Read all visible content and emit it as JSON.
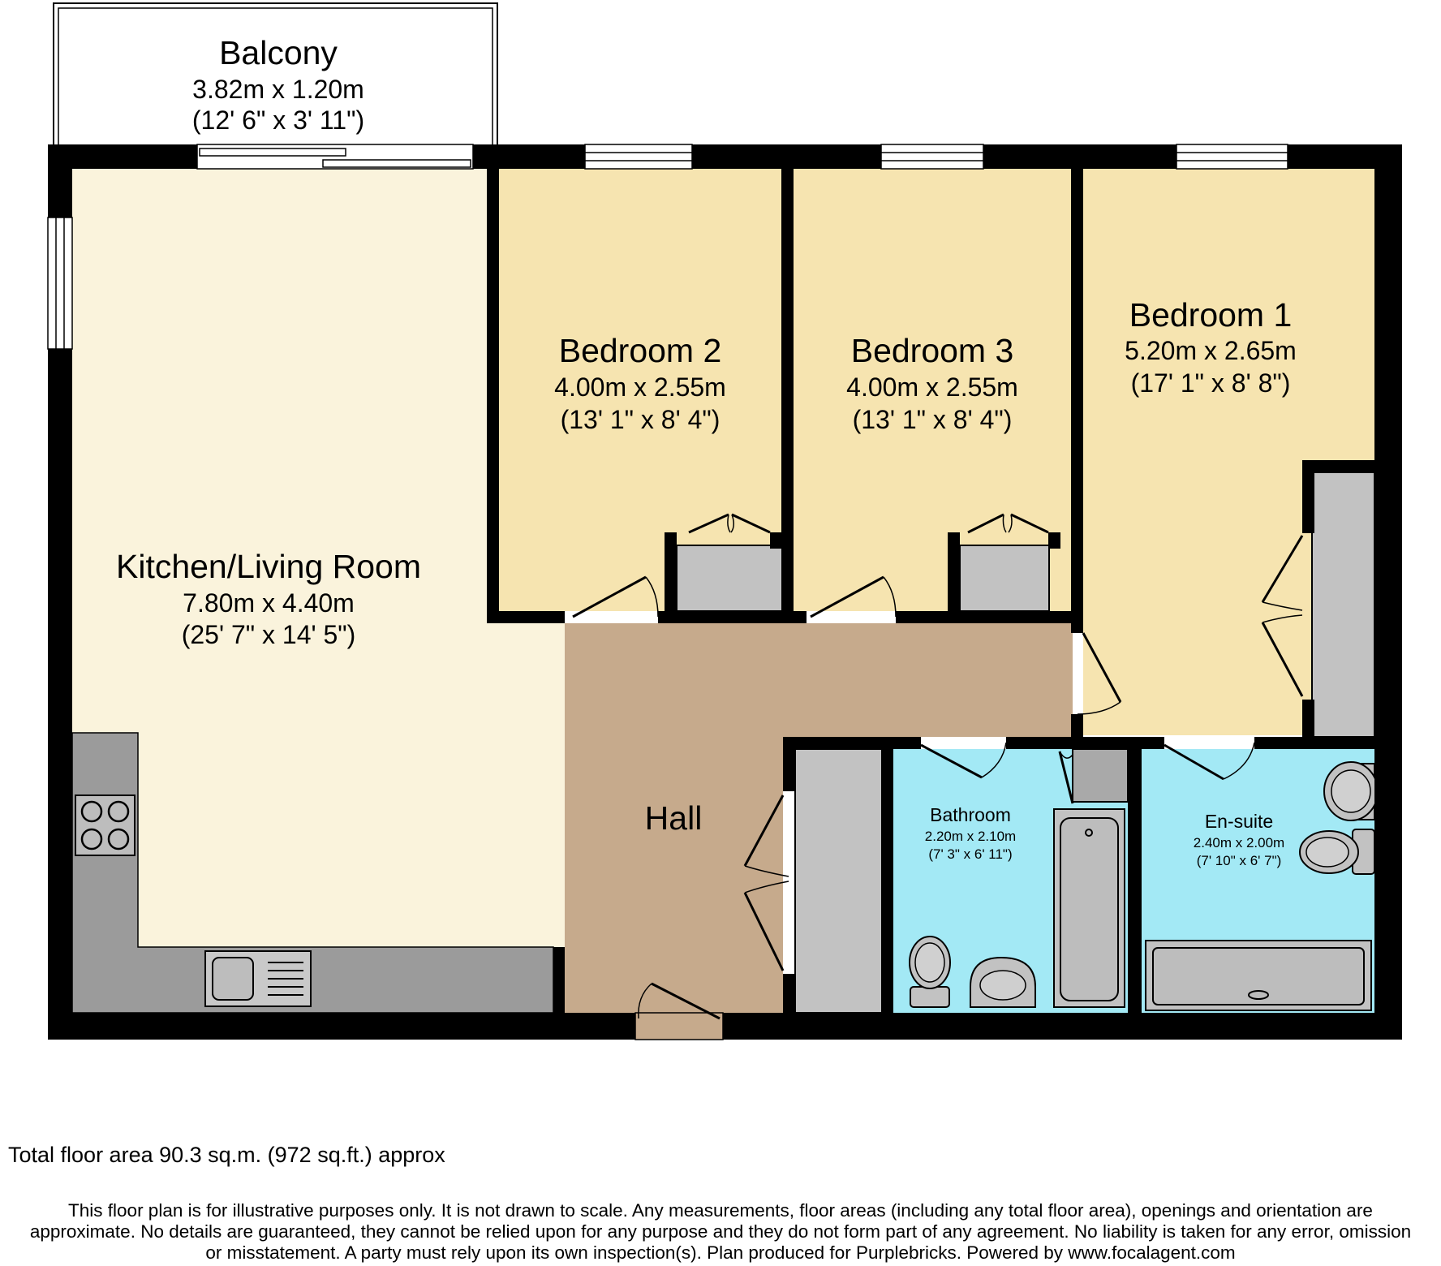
{
  "rooms": {
    "balcony": {
      "name": "Balcony",
      "metric": "3.82m x 1.20m",
      "imperial": "(12' 6\" x 3' 11\")"
    },
    "kitchen": {
      "name": "Kitchen/Living Room",
      "metric": "7.80m x 4.40m",
      "imperial": "(25' 7\" x 14' 5\")"
    },
    "bedroom2": {
      "name": "Bedroom 2",
      "metric": "4.00m x 2.55m",
      "imperial": "(13' 1\" x 8' 4\")"
    },
    "bedroom3": {
      "name": "Bedroom 3",
      "metric": "4.00m x 2.55m",
      "imperial": "(13' 1\" x 8' 4\")"
    },
    "bedroom1": {
      "name": "Bedroom 1",
      "metric": "5.20m x 2.65m",
      "imperial": "(17' 1\" x 8' 8\")"
    },
    "hall": {
      "name": "Hall"
    },
    "bathroom": {
      "name": "Bathroom",
      "metric": "2.20m x 2.10m",
      "imperial": "(7' 3\" x 6' 11\")"
    },
    "ensuite": {
      "name": "En-suite",
      "metric": "2.40m x 2.00m",
      "imperial": "(7' 10\" x 6' 7\")"
    }
  },
  "colors": {
    "wall": "#000000",
    "kitchen_floor": "#faf3dc",
    "bedroom_floor": "#f6e4b0",
    "hall_floor": "#c6aa8c",
    "wet_floor": "#a3e9f5",
    "cupboard": "#c2c2c2",
    "worktop": "#9b9b9b"
  },
  "footer": {
    "total_area": "Total floor area 90.3 sq.m. (972 sq.ft.) approx",
    "disclaimer_line1": "This floor plan is for illustrative purposes only. It is not drawn to scale. Any measurements, floor areas (including any total floor area), openings and orientation are",
    "disclaimer_line2": "approximate. No details are guaranteed, they cannot be relied upon for any purpose and they do not form part of any agreement. No liability is taken for any error, omission",
    "disclaimer_line3": "or misstatement. A party must rely upon its own inspection(s). Plan produced for Purplebricks. Powered by www.focalagent.com"
  }
}
